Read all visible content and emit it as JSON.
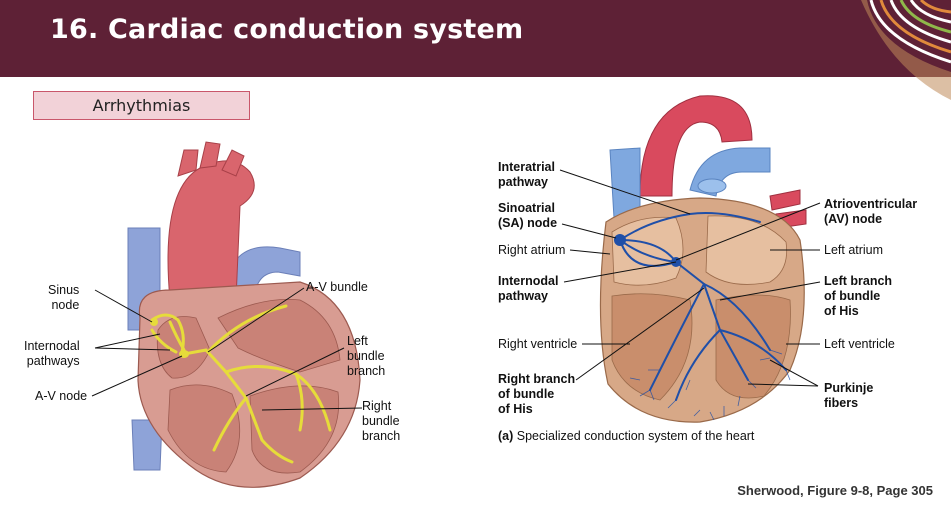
{
  "slide": {
    "title": "16. Cardiac conduction system",
    "tag": "Arrhythmias",
    "source": "Sherwood, Figure 9-8, Page 305"
  },
  "left_figure": {
    "labels": {
      "sinus_node": "Sinus\nnode",
      "internodal": "Internodal\npathways",
      "av_node": "A-V node",
      "av_bundle": "A-V bundle",
      "left_branch": "Left\nbundle\nbranch",
      "right_branch": "Right\nbundle\nbranch"
    }
  },
  "right_figure": {
    "labels": {
      "interatrial": "Interatrial\npathway",
      "sa_node": "Sinoatrial\n(SA) node",
      "right_atrium": "Right atrium",
      "internodal": "Internodal\npathway",
      "right_ventricle": "Right ventricle",
      "right_branch": "Right branch\nof bundle\nof His",
      "av_node": "Atrioventricular\n(AV) node",
      "left_atrium": "Left atrium",
      "left_branch": "Left branch\nof bundle\nof His",
      "left_ventricle": "Left ventricle",
      "purkinje": "Purkinje\nfibers"
    },
    "caption_letter": "(a)",
    "caption": "Specialized conduction system of the heart"
  },
  "colors": {
    "header": "#5e2136",
    "tag_fill": "#f2d2d8",
    "tag_border": "#c9576b",
    "conduction_left": "#e6dc3a",
    "conduction_right": "#1f4fa8"
  }
}
